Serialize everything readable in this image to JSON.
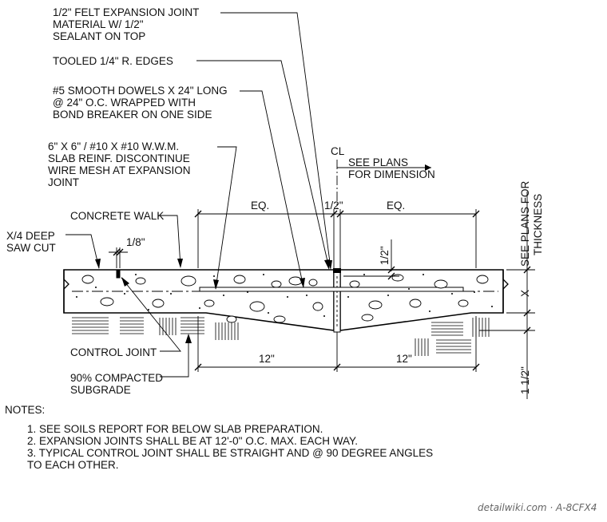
{
  "labels": {
    "felt_joint": [
      "1/2\" FELT EXPANSION JOINT",
      "MATERIAL W/ 1/2\"",
      "SEALANT ON TOP"
    ],
    "tooled_edges": "TOOLED 1/4\" R. EDGES",
    "dowels": [
      "#5 SMOOTH DOWELS X 24\" LONG",
      "@ 24\" O.C. WRAPPED WITH",
      "BOND BREAKER ON ONE SIDE"
    ],
    "wwm": [
      "6\" X 6\" / #10 X #10 W.W.M.",
      "SLAB REINF. DISCONTINUE",
      "WIRE MESH AT EXPANSION",
      "JOINT"
    ],
    "centerline": "CL",
    "see_plans_dim": [
      "SEE PLANS",
      "FOR DIMENSION"
    ],
    "concrete_walk": "CONCRETE WALK",
    "saw_cut": [
      "X/4 DEEP",
      "SAW CUT"
    ],
    "one_eighth": "1/8\"",
    "eq_left": "EQ.",
    "eq_right": "EQ.",
    "half_inch_top": "1/2\"",
    "half_inch_vert": "1/2\"",
    "see_plans_thk": [
      "SEE PLANS FOR",
      "THICKNESS"
    ],
    "x_dim": "X",
    "one_half": "1 1/2\"",
    "control_joint": "CONTROL JOINT",
    "subgrade": [
      "90% COMPACTED",
      "SUBGRADE"
    ],
    "twelve_left": "12\"",
    "twelve_right": "12\""
  },
  "notes": {
    "heading": "NOTES:",
    "items": [
      "1. SEE SOILS REPORT FOR BELOW SLAB PREPARATION.",
      "2. EXPANSION JOINTS SHALL BE AT 12'-0\" O.C. MAX. EACH WAY.",
      "3. TYPICAL CONTROL JOINT SHALL BE STRAIGHT AND @ 90 DEGREE ANGLES",
      "TO EACH OTHER."
    ]
  },
  "credit": "detailwiki.com · A-8CFX4"
}
